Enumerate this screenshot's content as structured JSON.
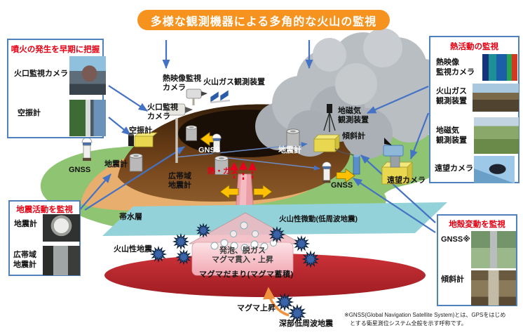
{
  "title": "多様な観測機器による多角的な火山の監視",
  "panels": {
    "eruption": {
      "header": "噴火の発生を早期に把握",
      "items": [
        {
          "label": "火口監視カメラ",
          "photo": "crater-camera-photo"
        },
        {
          "label": "空振計",
          "photo": "infrasound-meter-photo"
        }
      ]
    },
    "seismic": {
      "header": "地震活動を監視",
      "items": [
        {
          "label": "地震計",
          "photo": "seismometer-photo"
        },
        {
          "label": "広帯域\n地震計",
          "photo": "broadband-seismometer-photo"
        }
      ]
    },
    "thermal": {
      "header": "熱活動の監視",
      "items": [
        {
          "label": "熱映像\n監視カメラ",
          "photo": "thermal-image-photo"
        },
        {
          "label": "火山ガス\n観測装置",
          "photo": "gas-device-photo"
        },
        {
          "label": "地磁気\n観測装置",
          "photo": "geomagnetic-device-photo"
        },
        {
          "label": "遠望カメラ",
          "photo": "telephoto-camera-photo"
        }
      ]
    },
    "crustal": {
      "header": "地殻変動を監視",
      "items": [
        {
          "label": "GNSS※",
          "photo": "gnss-photo"
        },
        {
          "label": "傾斜計",
          "photo": "tiltmeter-photo"
        }
      ]
    }
  },
  "diagram": {
    "thermal_camera": "熱映像監視\nカメラ",
    "gas_device": "火山ガス観測装置",
    "crater_camera": "火口監視\nカメラ",
    "infrasound": "空振計",
    "geomagnetic": "地磁気\n観測装置",
    "tiltmeter": "傾斜計",
    "gnss_left": "GNSS",
    "gnss_crater": "GNSS",
    "gnss_right": "GNSS",
    "seismometer_left": "地震計",
    "seismometer_right": "地震計",
    "broadband_seismometer": "広帯域\n地震計",
    "telephoto_camera": "遠望カメラ",
    "heat_gas": "熱・ガス",
    "aquifer": "帯水層",
    "volcanic_tremor": "火山性微動(低周波地震)",
    "volcanic_quake": "火山性地震",
    "magma_box": "発泡、脱ガス\nマグマ貫入・上昇",
    "magma_chamber": "マグマだまり(マグマ蓄積)",
    "magma_rise": "マグマ上昇",
    "deep_lf_quake": "深部低周波地震"
  },
  "footnote": "※GNSS(Global Navigation Satellite System)とは、GPSをはじめ\n　とする衛星測位システム全般を示す呼称です。",
  "colors": {
    "title_bg": "#f6921e",
    "panel_border": "#4f81bd",
    "header_red": "#e50012",
    "arrow_blue": "#4472c4",
    "terrain_green": "#8fc472",
    "slope_tan": "#e8ae6e",
    "mountain_brown": "#7b4a1f",
    "crater_dark": "#1a0f07",
    "smoke_gray": "#b9bec3",
    "aquifer_teal": "#93d2d8",
    "magma_red": "#c1272d",
    "conduit_pink": "#ec9ea7",
    "quake_blue": "#3b63a8",
    "deform_yellow": "#ffc000",
    "heat_red": "#e8001c"
  }
}
